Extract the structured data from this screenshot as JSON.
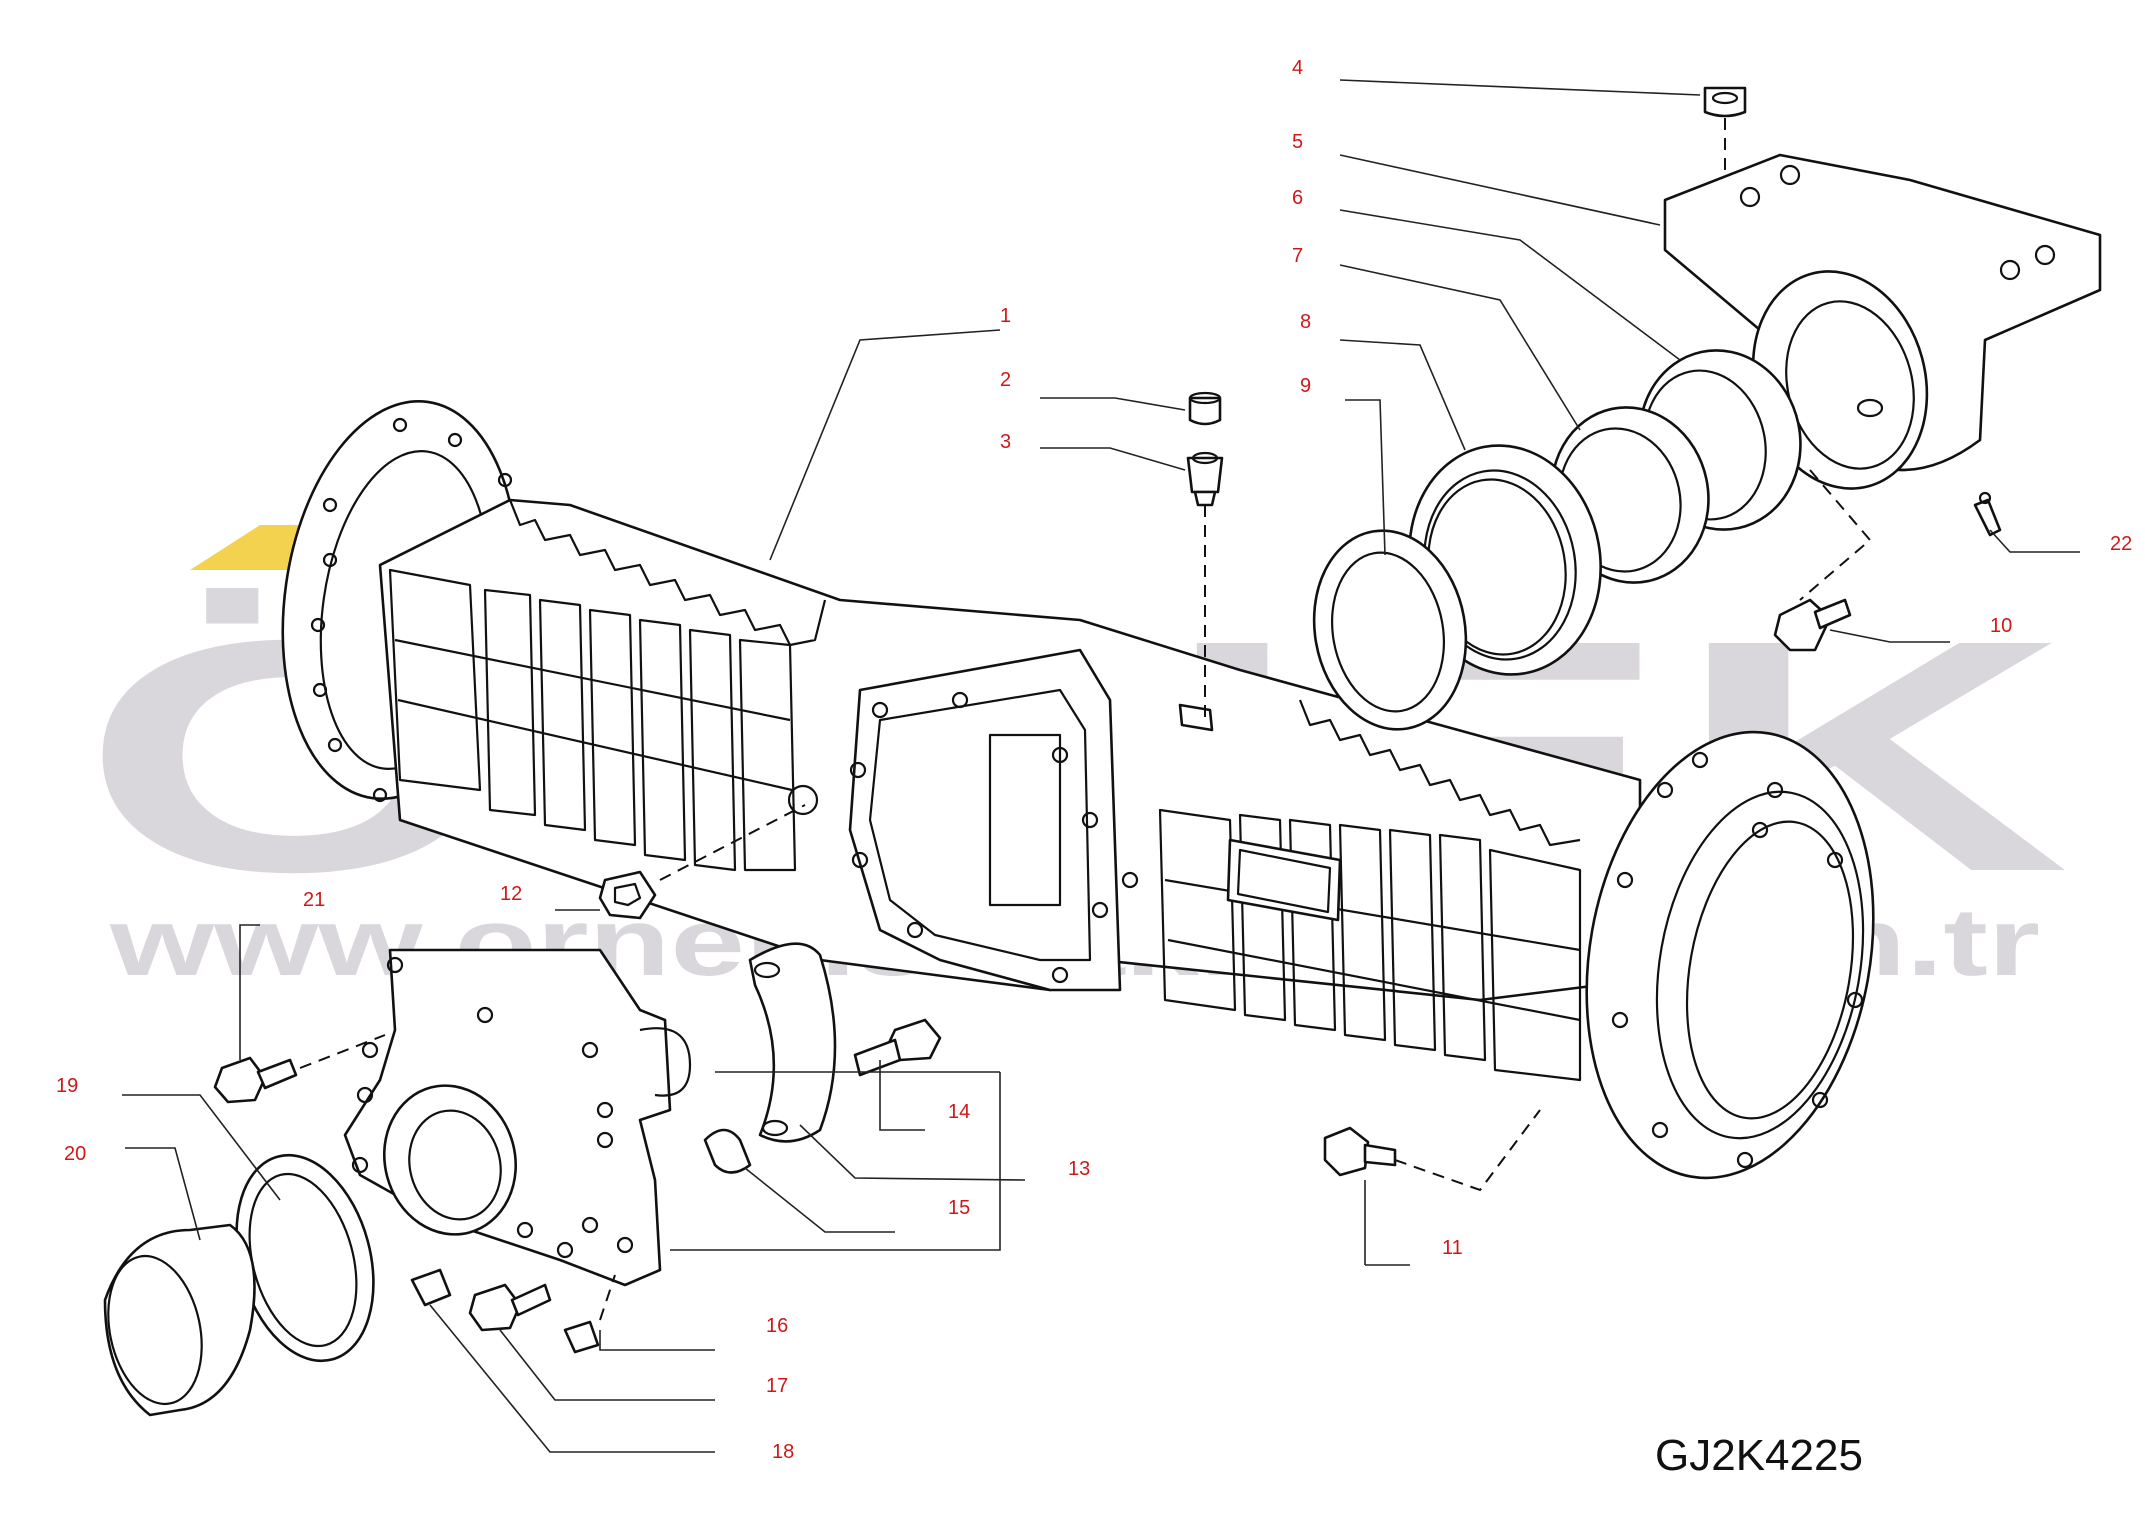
{
  "watermark": {
    "brand": "ÖRNEK",
    "url": "www.ornekismakinalari.com.tr",
    "color": "#d9d6dc",
    "accent": "#f2d24e"
  },
  "drawing_code": "GJ2K4225",
  "callouts": {
    "c1": "1",
    "c2": "2",
    "c3": "3",
    "c4": "4",
    "c5": "5",
    "c6": "6",
    "c7": "7",
    "c8": "8",
    "c9": "9",
    "c10": "10",
    "c11": "11",
    "c12": "12",
    "c13": "13",
    "c14": "14",
    "c15": "15",
    "c16": "16",
    "c17": "17",
    "c18": "18",
    "c19": "19",
    "c20": "20",
    "c21": "21",
    "c22": "22"
  },
  "callout_color": "#d01818"
}
